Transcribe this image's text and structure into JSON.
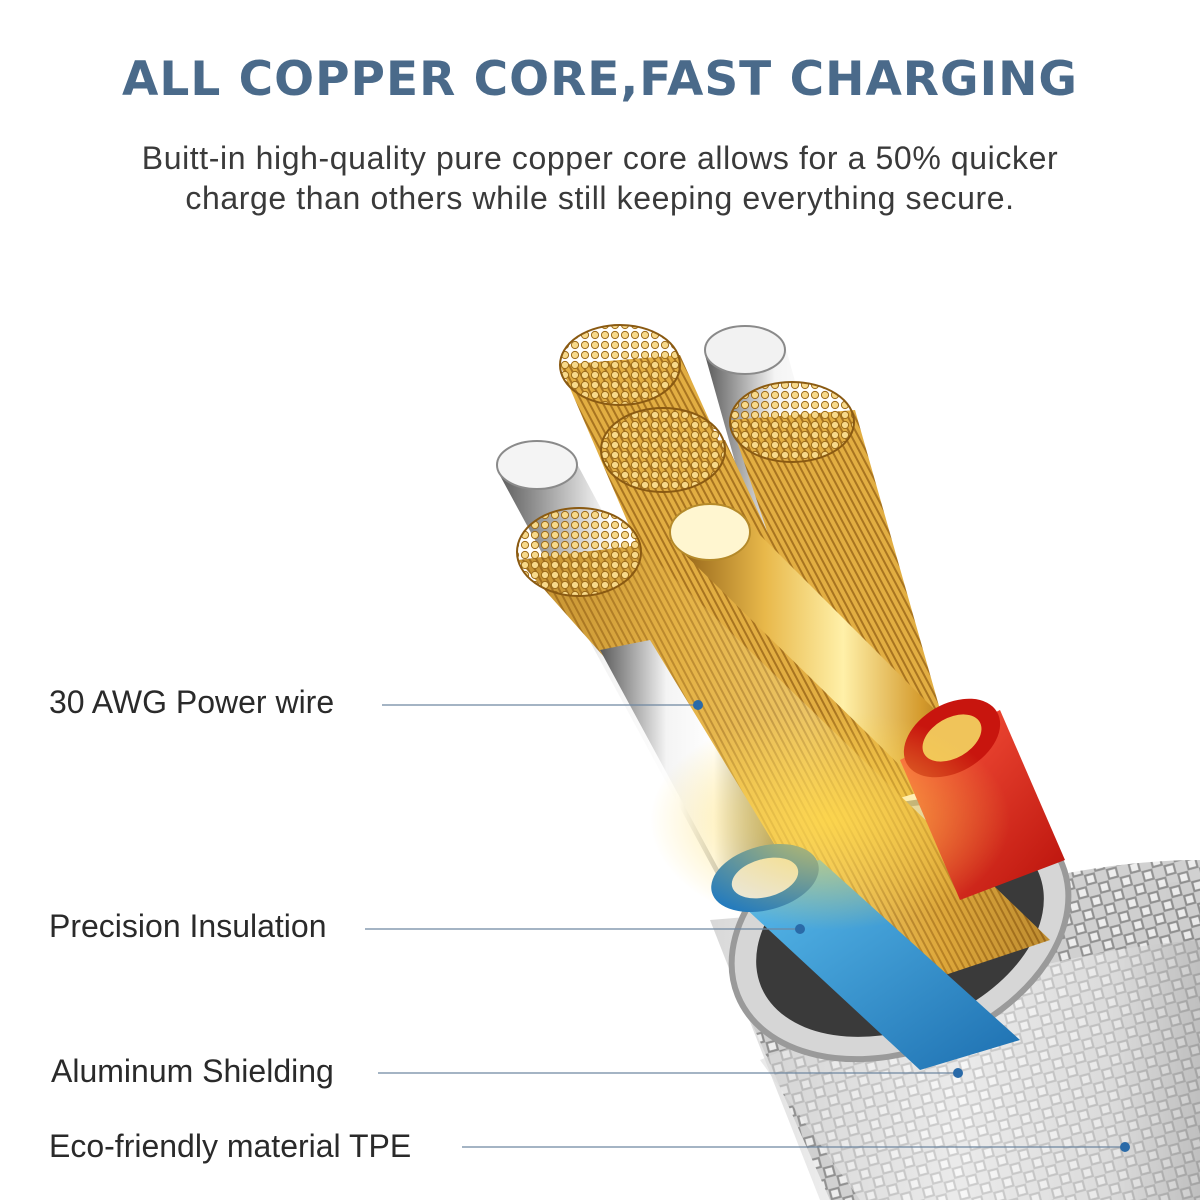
{
  "headline": "ALL COPPER CORE,FAST CHARGING",
  "subtitle": {
    "line1": "Buitt-in high-quality pure copper core allows for a 50% quicker",
    "line2": "charge than others while still keeping everything secure."
  },
  "callouts": [
    {
      "label": "30 AWG Power wire"
    },
    {
      "label": "Precision Insulation"
    },
    {
      "label": "Aluminum Shielding"
    },
    {
      "label": "Eco-friendly material TPE"
    }
  ],
  "colors": {
    "headline": "#4a6a8a",
    "copper": "#d9a33a",
    "insulation_red": "#e0261c",
    "insulation_blue": "#2f93d6",
    "leader_line": "#6e86a0"
  }
}
